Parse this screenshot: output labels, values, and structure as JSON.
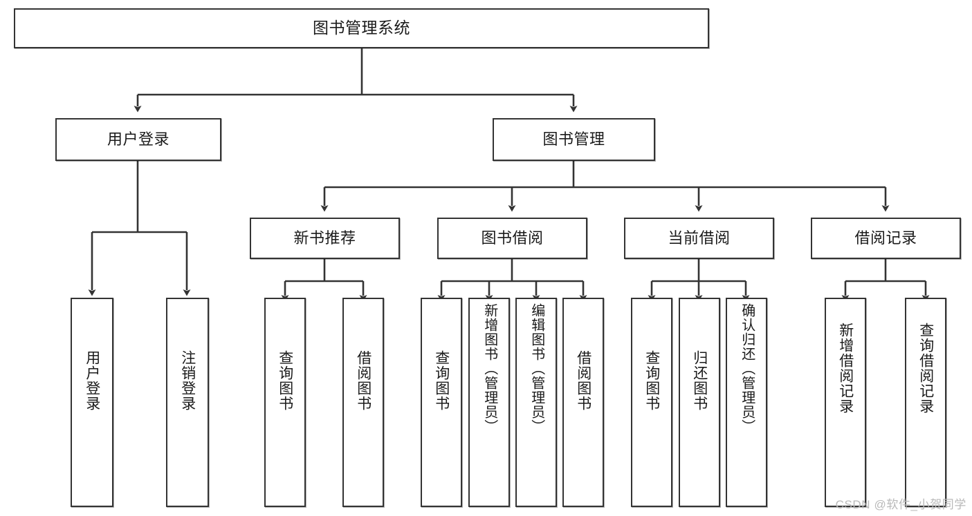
{
  "diagram": {
    "title": "图书管理系统",
    "type": "tree",
    "watermark": "CSDN @软件_小贺同学",
    "colors": {
      "node_border": "#333333",
      "node_fill": "#ffffff",
      "edge": "#333333",
      "text": "#1a1a1a",
      "watermark": "#b9b9b9",
      "background": "#ffffff"
    },
    "nodes": {
      "root": {
        "label": "图书管理系统"
      },
      "level2": [
        {
          "label": "用户登录"
        },
        {
          "label": "图书管理"
        }
      ],
      "level3": [
        {
          "label": "新书推荐"
        },
        {
          "label": "图书借阅"
        },
        {
          "label": "当前借阅"
        },
        {
          "label": "借阅记录"
        }
      ],
      "leaves_user_login": [
        {
          "label": "用户登录"
        },
        {
          "label": "注销登录"
        }
      ],
      "leaves_new_books": [
        {
          "label": "查询图书"
        },
        {
          "label": "借阅图书"
        }
      ],
      "leaves_borrow": [
        {
          "label": "查询图书"
        },
        {
          "label": "新增图书（管理员）"
        },
        {
          "label": "编辑图书（管理员）"
        },
        {
          "label": "借阅图书"
        }
      ],
      "leaves_current": [
        {
          "label": "查询图书"
        },
        {
          "label": "归还图书"
        },
        {
          "label": "确认归还（管理员）"
        }
      ],
      "leaves_records": [
        {
          "label": "新增借阅记录"
        },
        {
          "label": "查询借阅记录"
        }
      ]
    }
  }
}
